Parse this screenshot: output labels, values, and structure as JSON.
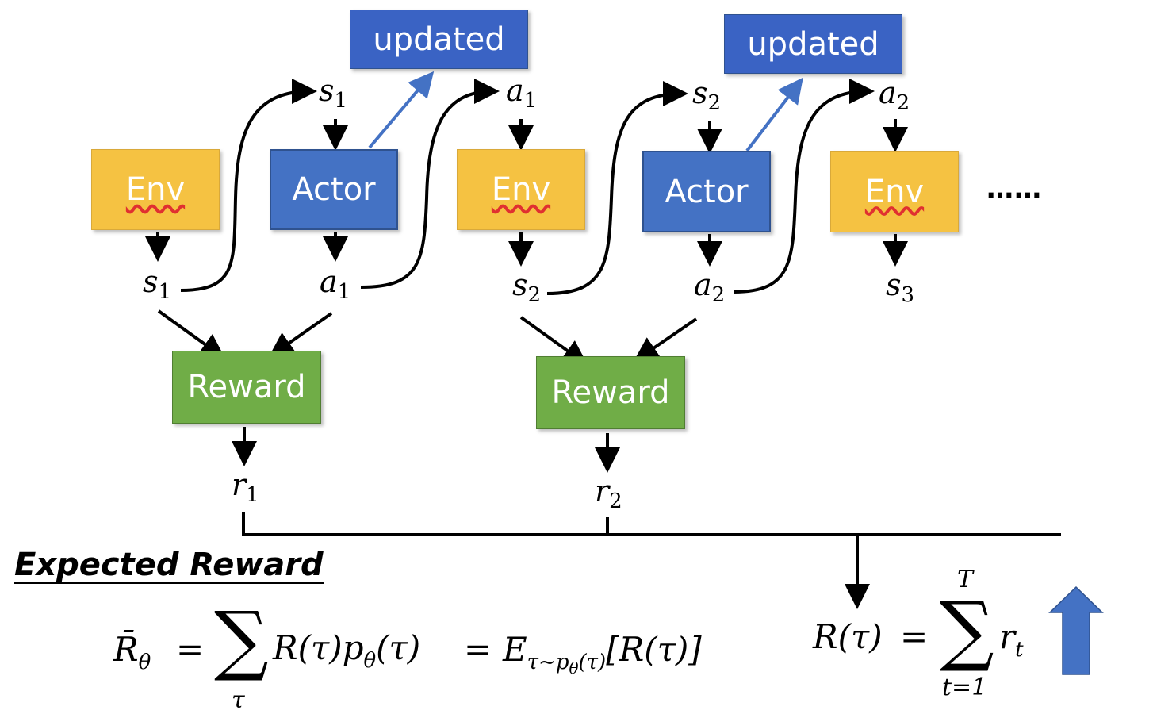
{
  "boxes": {
    "updated_1": "updated",
    "updated_2": "updated",
    "env_1": "Env",
    "env_2": "Env",
    "env_3": "Env",
    "actor_1": "Actor",
    "actor_2": "Actor",
    "reward_1": "Reward",
    "reward_2": "Reward"
  },
  "vars": {
    "s": "s",
    "a": "a",
    "r": "r",
    "sub_1": "1",
    "sub_2": "2",
    "sub_3": "3"
  },
  "ellipsis": "……",
  "heading": "Expected Reward",
  "formula_left": {
    "rbar": "R̄",
    "theta": "θ",
    "eq1": "=",
    "sigma": "∑",
    "sigma_sub": "τ",
    "term": "R(τ)p",
    "term_sub": "θ",
    "term_tail": "(τ)",
    "eq2": "=",
    "expect": "E",
    "expect_sub": "τ~p",
    "expect_sub2": "θ",
    "expect_sub3": "(τ)",
    "expect_tail": "[R(τ)]"
  },
  "formula_right": {
    "lhs": "R(τ)",
    "eq": "=",
    "sigma": "∑",
    "upper": "T",
    "lower": "t=1",
    "term": "r",
    "term_sub": "t"
  },
  "colors": {
    "env": "#f5c242",
    "actor": "#4472c4",
    "reward": "#70ad47",
    "updated": "#3a63c4",
    "up_arrow": "#4472c4"
  }
}
